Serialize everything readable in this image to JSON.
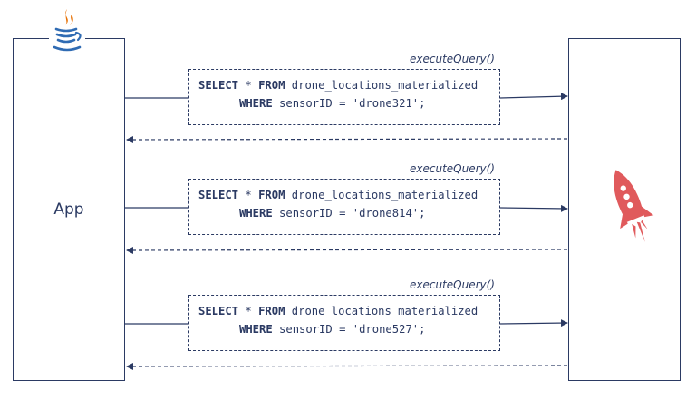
{
  "app": {
    "label": "App"
  },
  "icons": {
    "app": "java-coffee-cup-icon",
    "database": "rocket-icon"
  },
  "colors": {
    "line": "#2b3a63",
    "rocket": "#e05a5c",
    "java_flame": "#e76f00",
    "java_cup": "#2f6bb3"
  },
  "calls": [
    {
      "method": "executeQuery()",
      "kw_select": "SELECT",
      "star": "*",
      "kw_from": "FROM",
      "table": "drone_locations_materialized",
      "kw_where": "WHERE",
      "condition": "sensorID = 'drone321';"
    },
    {
      "method": "executeQuery()",
      "kw_select": "SELECT",
      "star": "*",
      "kw_from": "FROM",
      "table": "drone_locations_materialized",
      "kw_where": "WHERE",
      "condition": "sensorID = 'drone814';"
    },
    {
      "method": "executeQuery()",
      "kw_select": "SELECT",
      "star": "*",
      "kw_from": "FROM",
      "table": "drone_locations_materialized",
      "kw_where": "WHERE",
      "condition": "sensorID = 'drone527';"
    }
  ]
}
